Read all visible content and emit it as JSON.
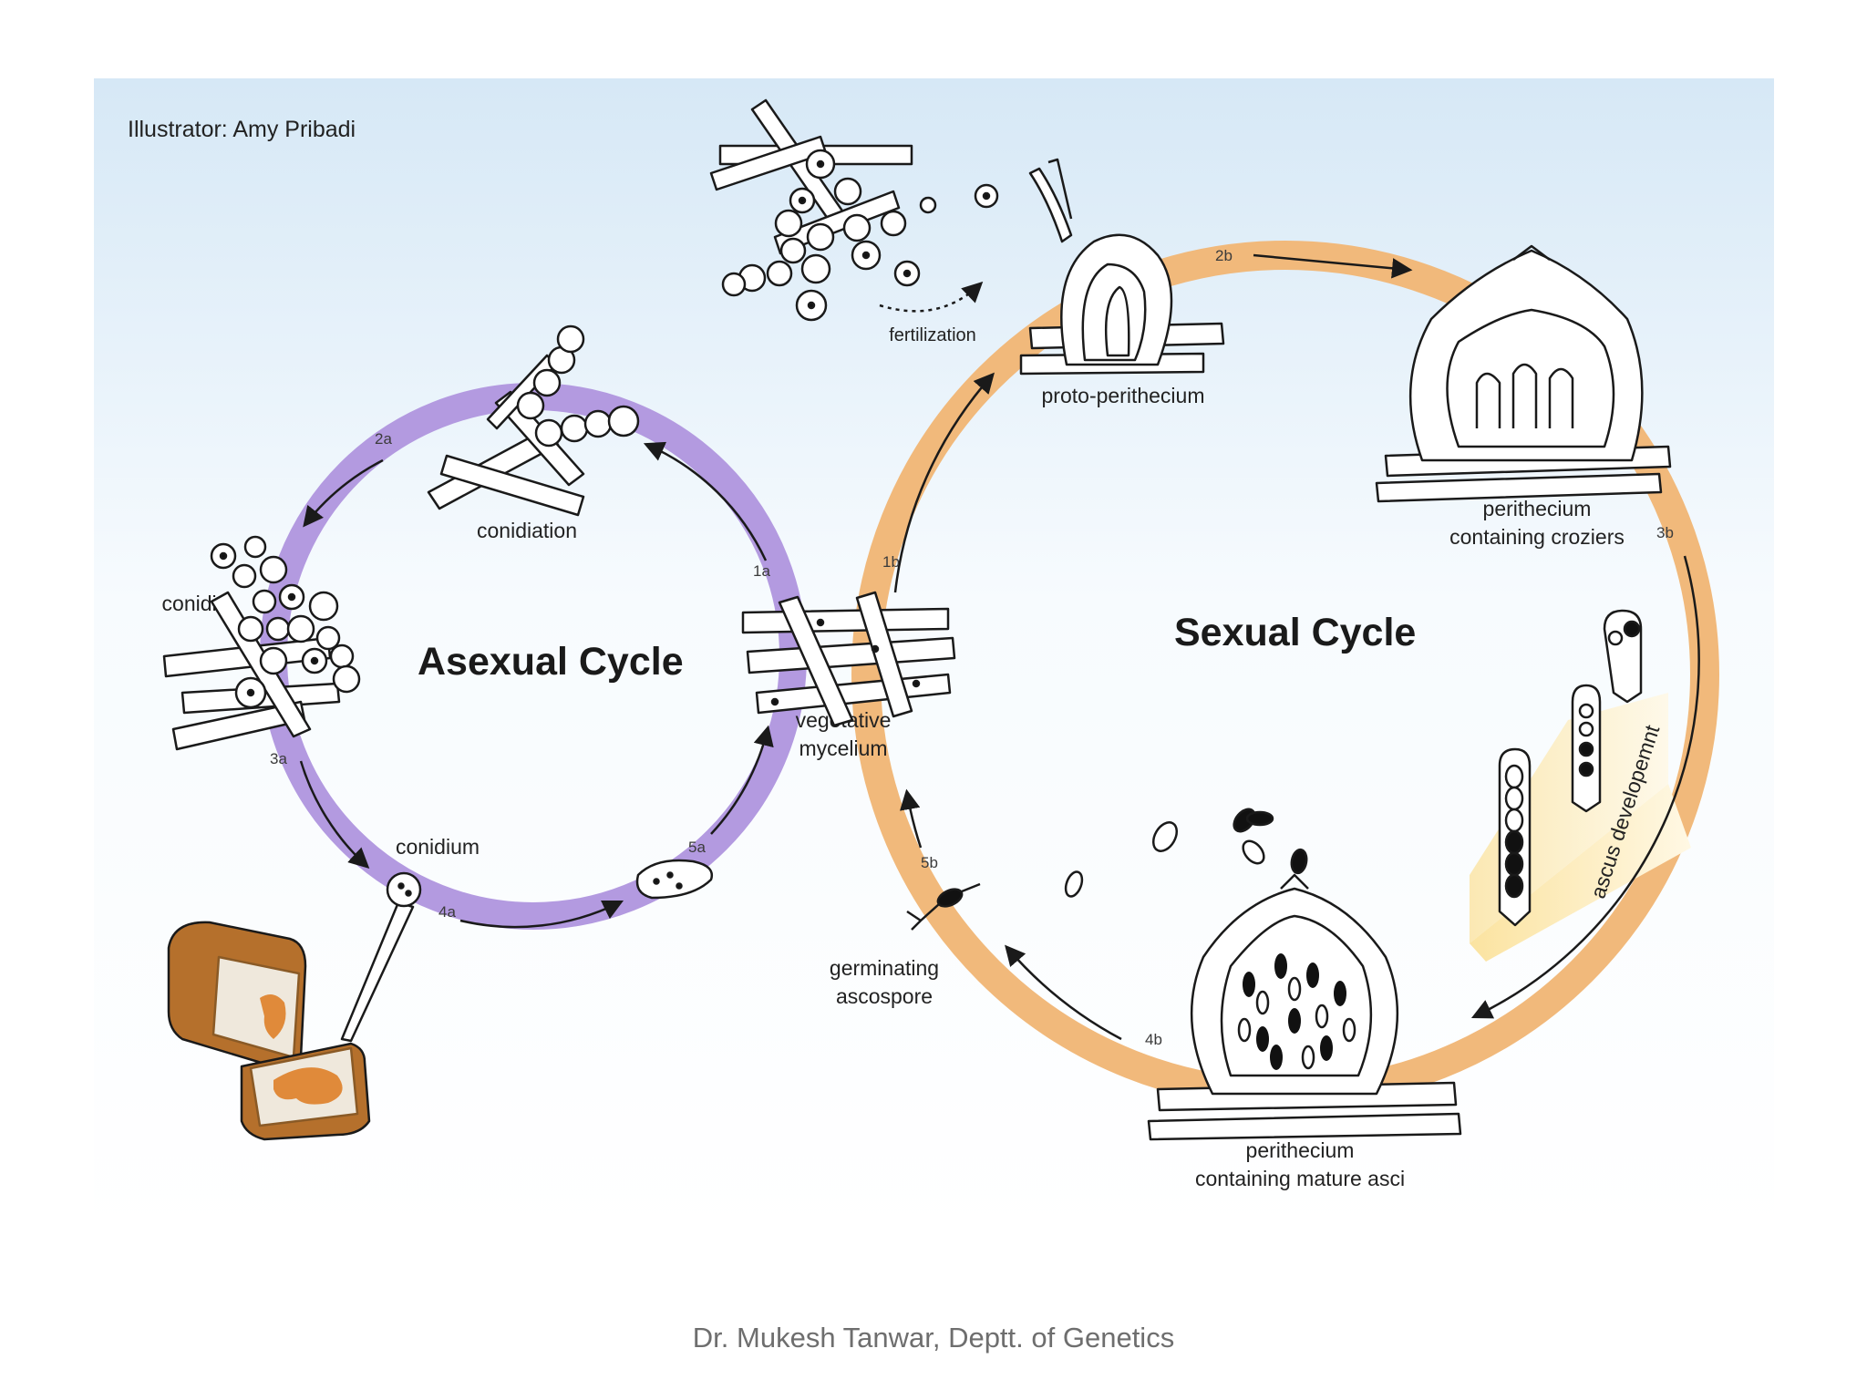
{
  "credit": "Illustrator: Amy Pribadi",
  "footer": "Dr. Mukesh Tanwar, Deptt. of Genetics",
  "cycles": {
    "asexual": {
      "title": "Asexual Cycle",
      "color": "#b39ae0"
    },
    "sexual": {
      "title": "Sexual Cycle",
      "color": "#f1b97b"
    }
  },
  "labels": {
    "fertilization": "fertilization",
    "proto_perithecium": "proto-perithecium",
    "perithecium_croziers_1": "perithecium",
    "perithecium_croziers_2": "containing croziers",
    "conidiation": "conidiation",
    "conidia": "conidia",
    "conidium": "conidium",
    "vegetative_1": "vegetative",
    "vegetative_2": "mycelium",
    "germinating_1": "germinating",
    "germinating_2": "ascospore",
    "perithecium_asci_1": "perithecium",
    "perithecium_asci_2": "containing mature asci",
    "ascus_development": "ascus developemnt"
  },
  "steps": {
    "s1a": "1a",
    "s2a": "2a",
    "s3a": "3a",
    "s4a": "4a",
    "s5a": "5a",
    "s1b": "1b",
    "s2b": "2b",
    "s3b": "3b",
    "s4b": "4b",
    "s5b": "5b"
  },
  "colors": {
    "background_top": "#dcebf7",
    "asexual_ring": "#b39ae0",
    "sexual_ring": "#f1b97b",
    "ascus_band": "#fbe6a6",
    "bread_crust": "#b5702c",
    "mold": "#e08a3a",
    "footer_text": "#6e6e6e"
  }
}
